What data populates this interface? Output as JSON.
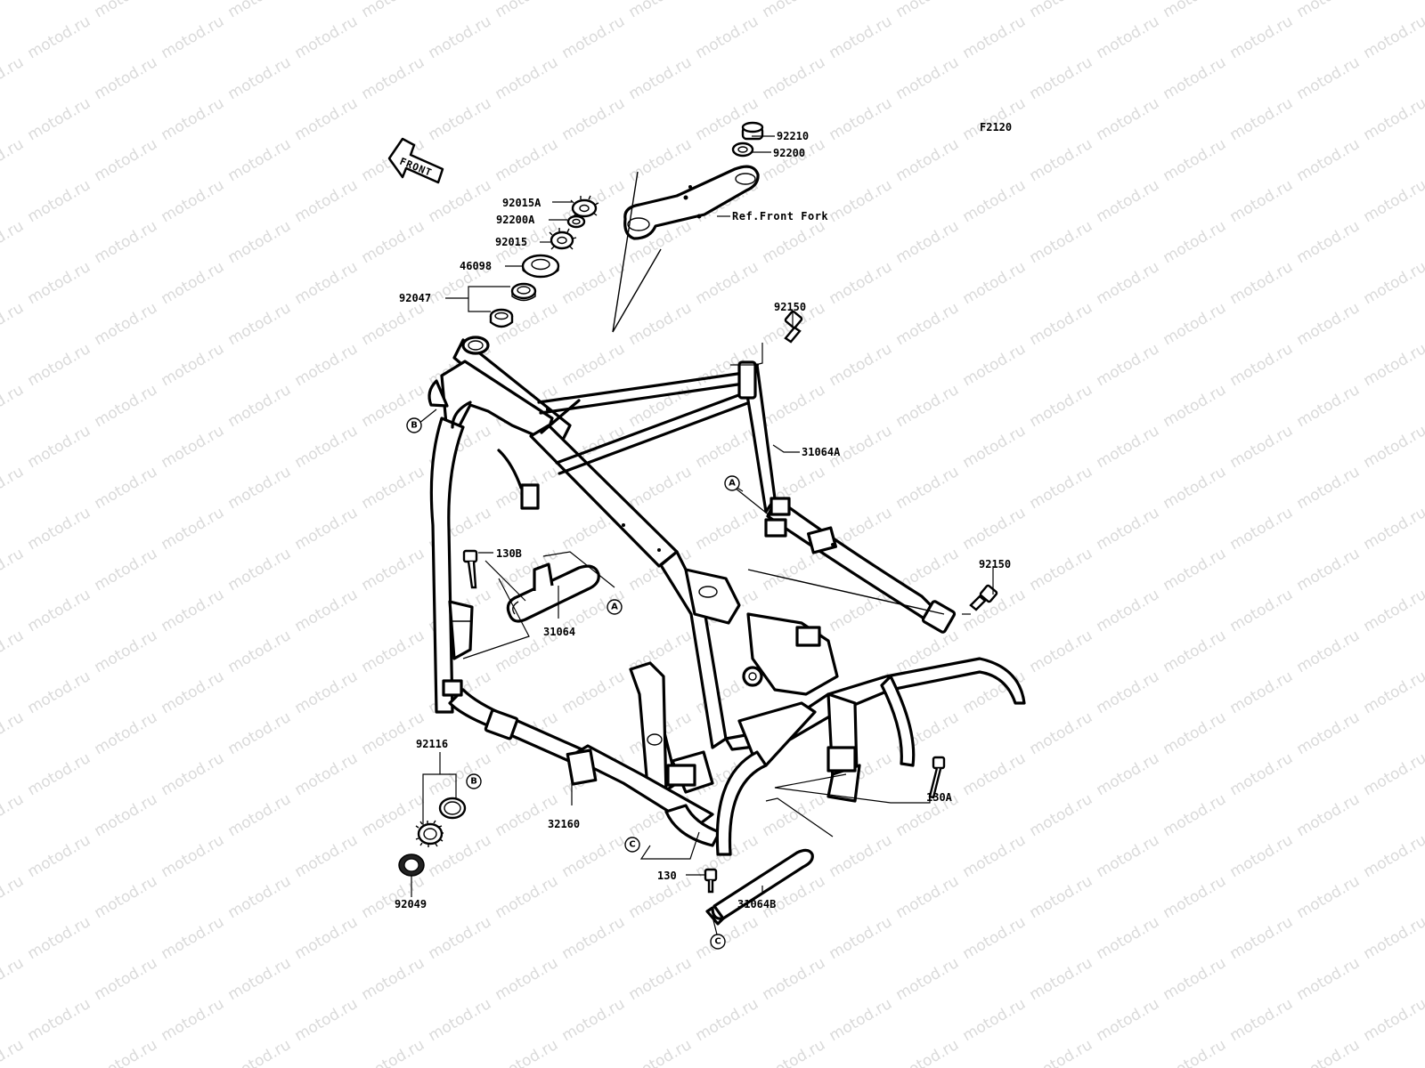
{
  "diagram_code": "F2120",
  "front_arrow": "FRONT",
  "watermark": "motod.ru",
  "ref_label": "Ref.Front Fork",
  "part_labels": {
    "p92210": "92210",
    "p92200": "92200",
    "p92015A": "92015A",
    "p92200A": "92200A",
    "p92015": "92015",
    "p46098": "46098",
    "p92047": "92047",
    "p92150_top": "92150",
    "p31064A": "31064A",
    "p92150_right": "92150",
    "p130B": "130B",
    "p31064": "31064",
    "p92116": "92116",
    "p32160": "32160",
    "p130A": "130A",
    "p130": "130",
    "p31064B": "31064B",
    "p92049": "92049"
  },
  "callouts": {
    "B_head": "B",
    "A_upper": "A",
    "A_lower": "A",
    "B_lower": "B",
    "C_left": "C",
    "C_bottom": "C"
  }
}
